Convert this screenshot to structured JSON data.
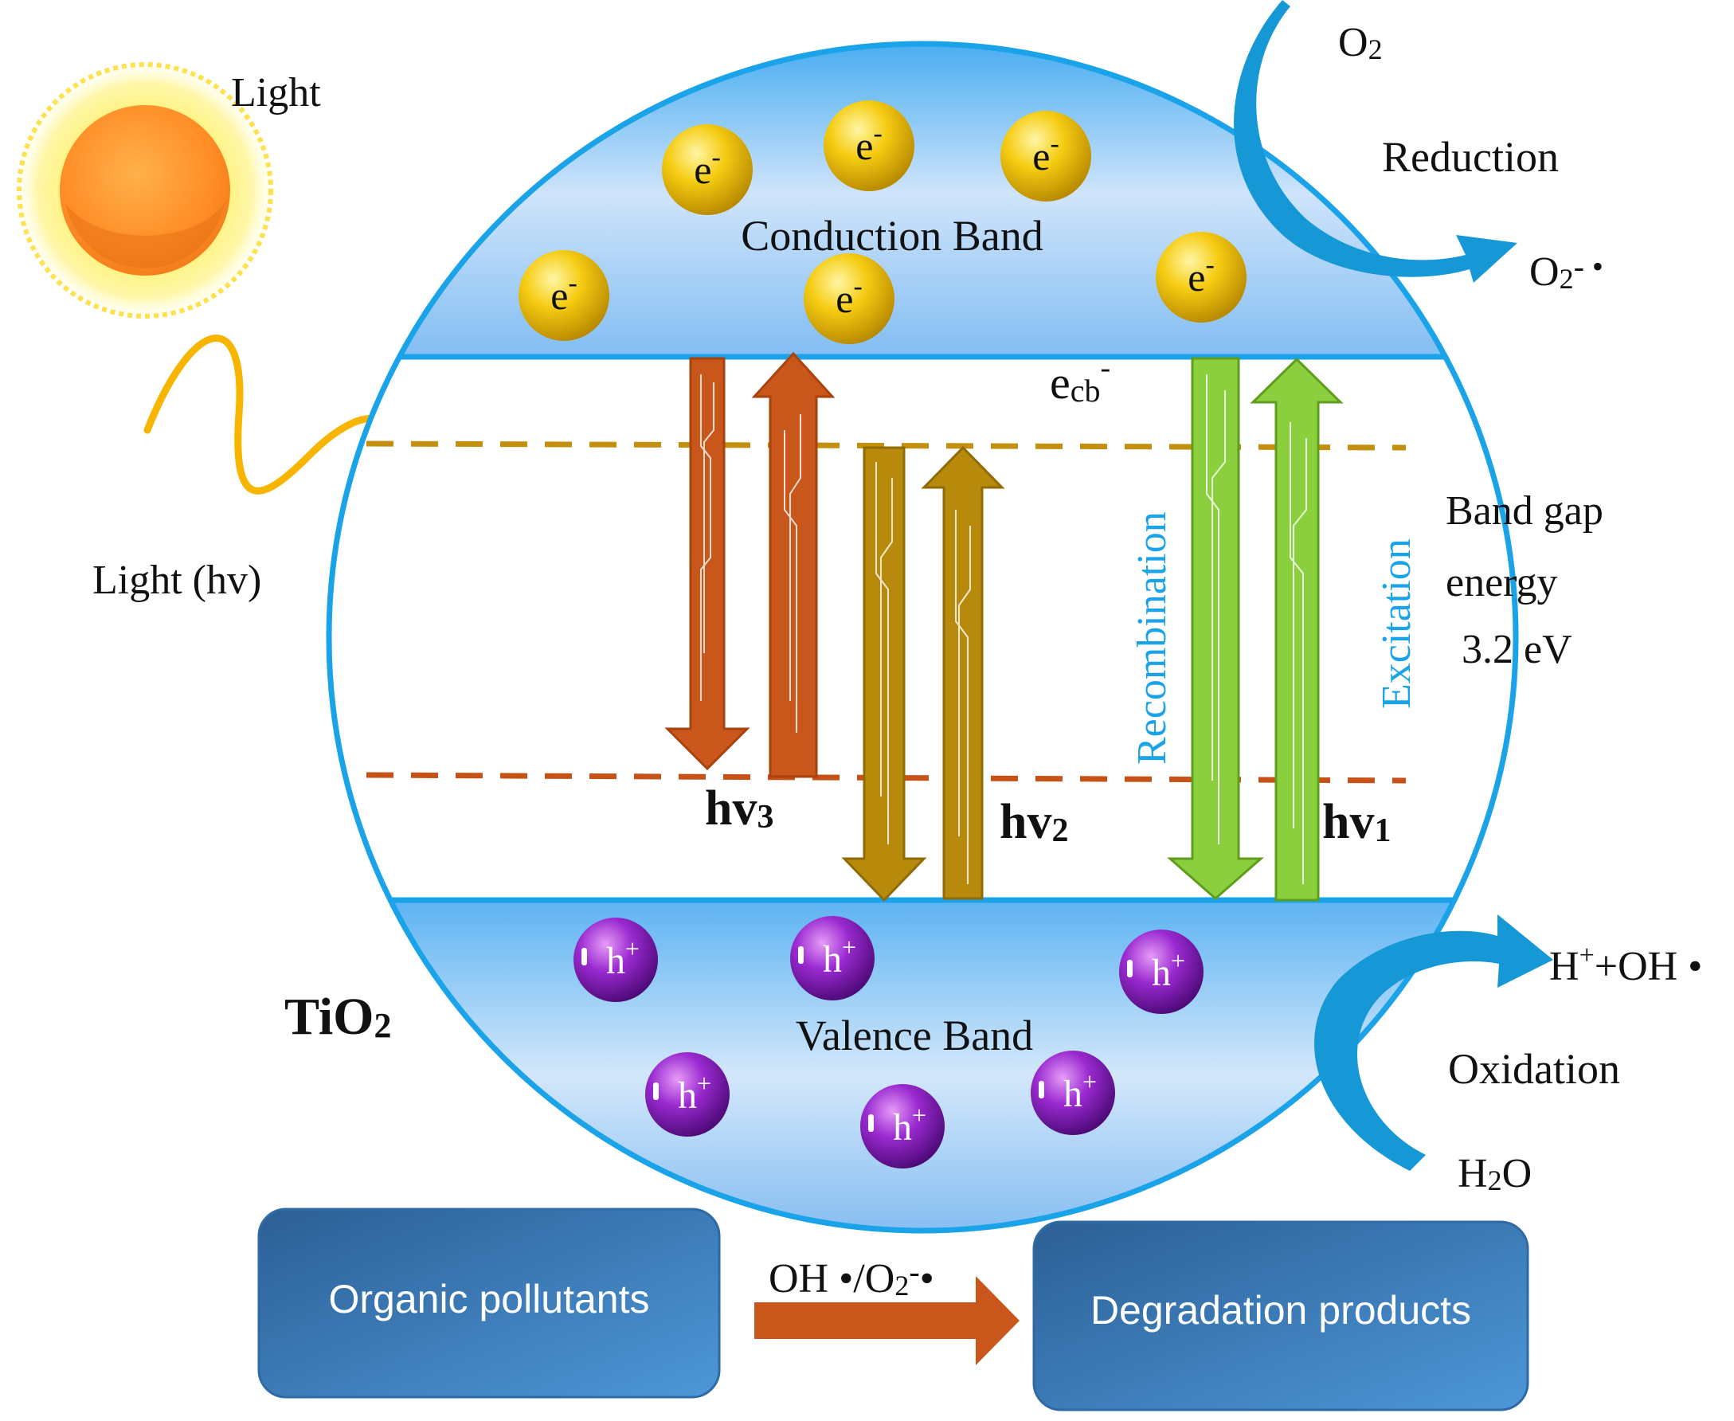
{
  "labels": {
    "light_top": "Light",
    "light_hv": "Light (hv)",
    "conduction_band": "Conduction Band",
    "valence_band": "Valence Band",
    "ecb": "e",
    "ecb_sub": "cb",
    "ecb_sup": "-",
    "material": "TiO",
    "material_sub": "2",
    "recombination": "Recombination",
    "excitation": "Excitation",
    "band_gap_line1": "Band gap",
    "band_gap_line2": "energy",
    "band_gap_line3": "3.2 eV",
    "hv3": "hv",
    "hv3_sub": "3",
    "hv2": "hv",
    "hv2_sub": "2",
    "hv1": "hv",
    "hv1_sub": "1",
    "o2": "O",
    "o2_sub": "2",
    "reduction": "Reduction",
    "o2_radical": "O",
    "o2_radical_sub": "2",
    "o2_radical_sup": "- •",
    "h_oh_h": "H",
    "h_oh_plus": "+",
    "h_oh_rest": "+OH •",
    "oxidation": "Oxidation",
    "h2o_h": "H",
    "h2o_sub": "2",
    "h2o_o": "O",
    "pollutants": "Organic pollutants",
    "products": "Degradation products",
    "reaction_arrow_label": "OH •/O",
    "reaction_arrow_sub": "2",
    "reaction_arrow_sup": "-",
    "reaction_arrow_end": "•"
  },
  "particles": {
    "electron": "e",
    "electron_charge": "-",
    "hole": "h",
    "hole_charge": "+"
  },
  "colors": {
    "band_blue": "#1aa3e8",
    "arrow_blue": "#1798d6",
    "light_yellow": "#f7b500",
    "orange_arrow": "#c9561a",
    "gold_arrow": "#b88a0c",
    "green_arrow": "#8ccf3e",
    "box_blue": "#3d79b2",
    "hole_purple": "#8a22c0",
    "electron_gold": "#f2c400"
  }
}
